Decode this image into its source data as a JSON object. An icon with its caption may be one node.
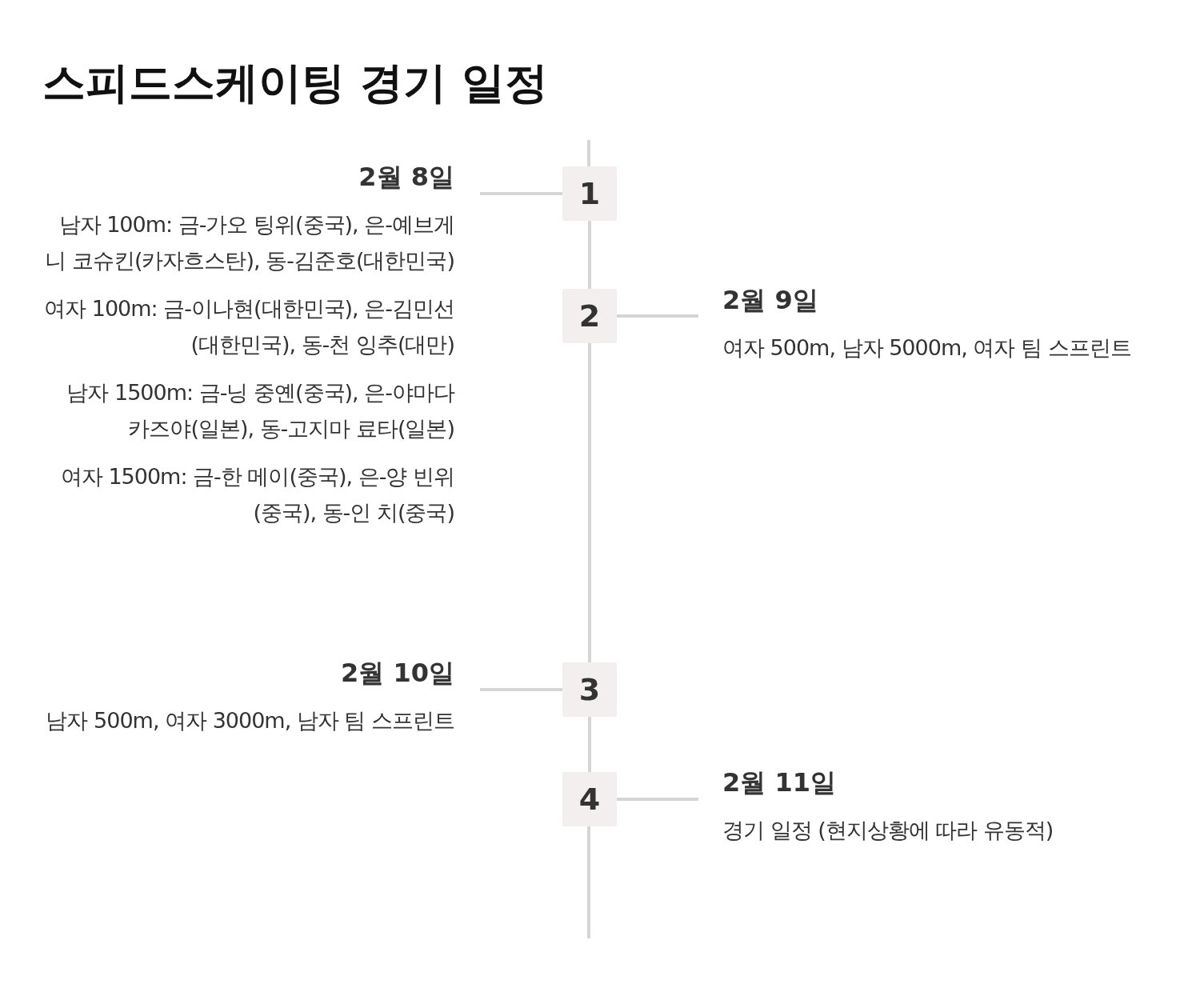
{
  "diagram": {
    "title": "스피드스케이팅 경기 일정",
    "nodes": [
      {
        "text": [
          "1"
        ]
      },
      {
        "text": [
          "2"
        ]
      },
      {
        "text": [
          "3"
        ]
      },
      {
        "text": [
          "4"
        ]
      },
      {
        "text": [
          "2월 8일",
          "남자 100m: 금-가오 팅위(중국), 은-예브게니 코슈킨(카자흐스탄), 동-김준호(대한민국)",
          "여자 100m: 금-이나현(대한민국), 은-김민선(대한민국), 동-천 잉추(대만)",
          "남자 1500m: 금-닝 중옌(중국), 은-야마다 카즈야(일본), 동-고지마 료타(일본)",
          "여자 1500m: 금-한 메이(중국), 은-양 빈위(중국), 동-인 치(중국)"
        ]
      },
      {
        "text": [
          "2월 9일",
          "여자 500m, 남자 5000m, 여자 팀 스프린트"
        ]
      },
      {
        "text": [
          "2월 10일",
          "남자 500m, 여자 3000m, 남자 팀 스프린트"
        ]
      },
      {
        "text": [
          "2월 11일",
          "경기 일정 (현지상황에 따라 유동적)"
        ]
      }
    ],
    "edges": [
      {
        "from": 0,
        "to": 1,
        "arrow": "none"
      },
      {
        "from": 1,
        "to": 2,
        "arrow": "none"
      },
      {
        "from": 2,
        "to": 3,
        "arrow": "none"
      },
      {
        "from": 0,
        "to": 4,
        "arrow": "none"
      },
      {
        "from": 1,
        "to": 5,
        "arrow": "none"
      },
      {
        "from": 2,
        "to": 6,
        "arrow": "none"
      },
      {
        "from": 3,
        "to": 7,
        "arrow": "none"
      }
    ]
  }
}
